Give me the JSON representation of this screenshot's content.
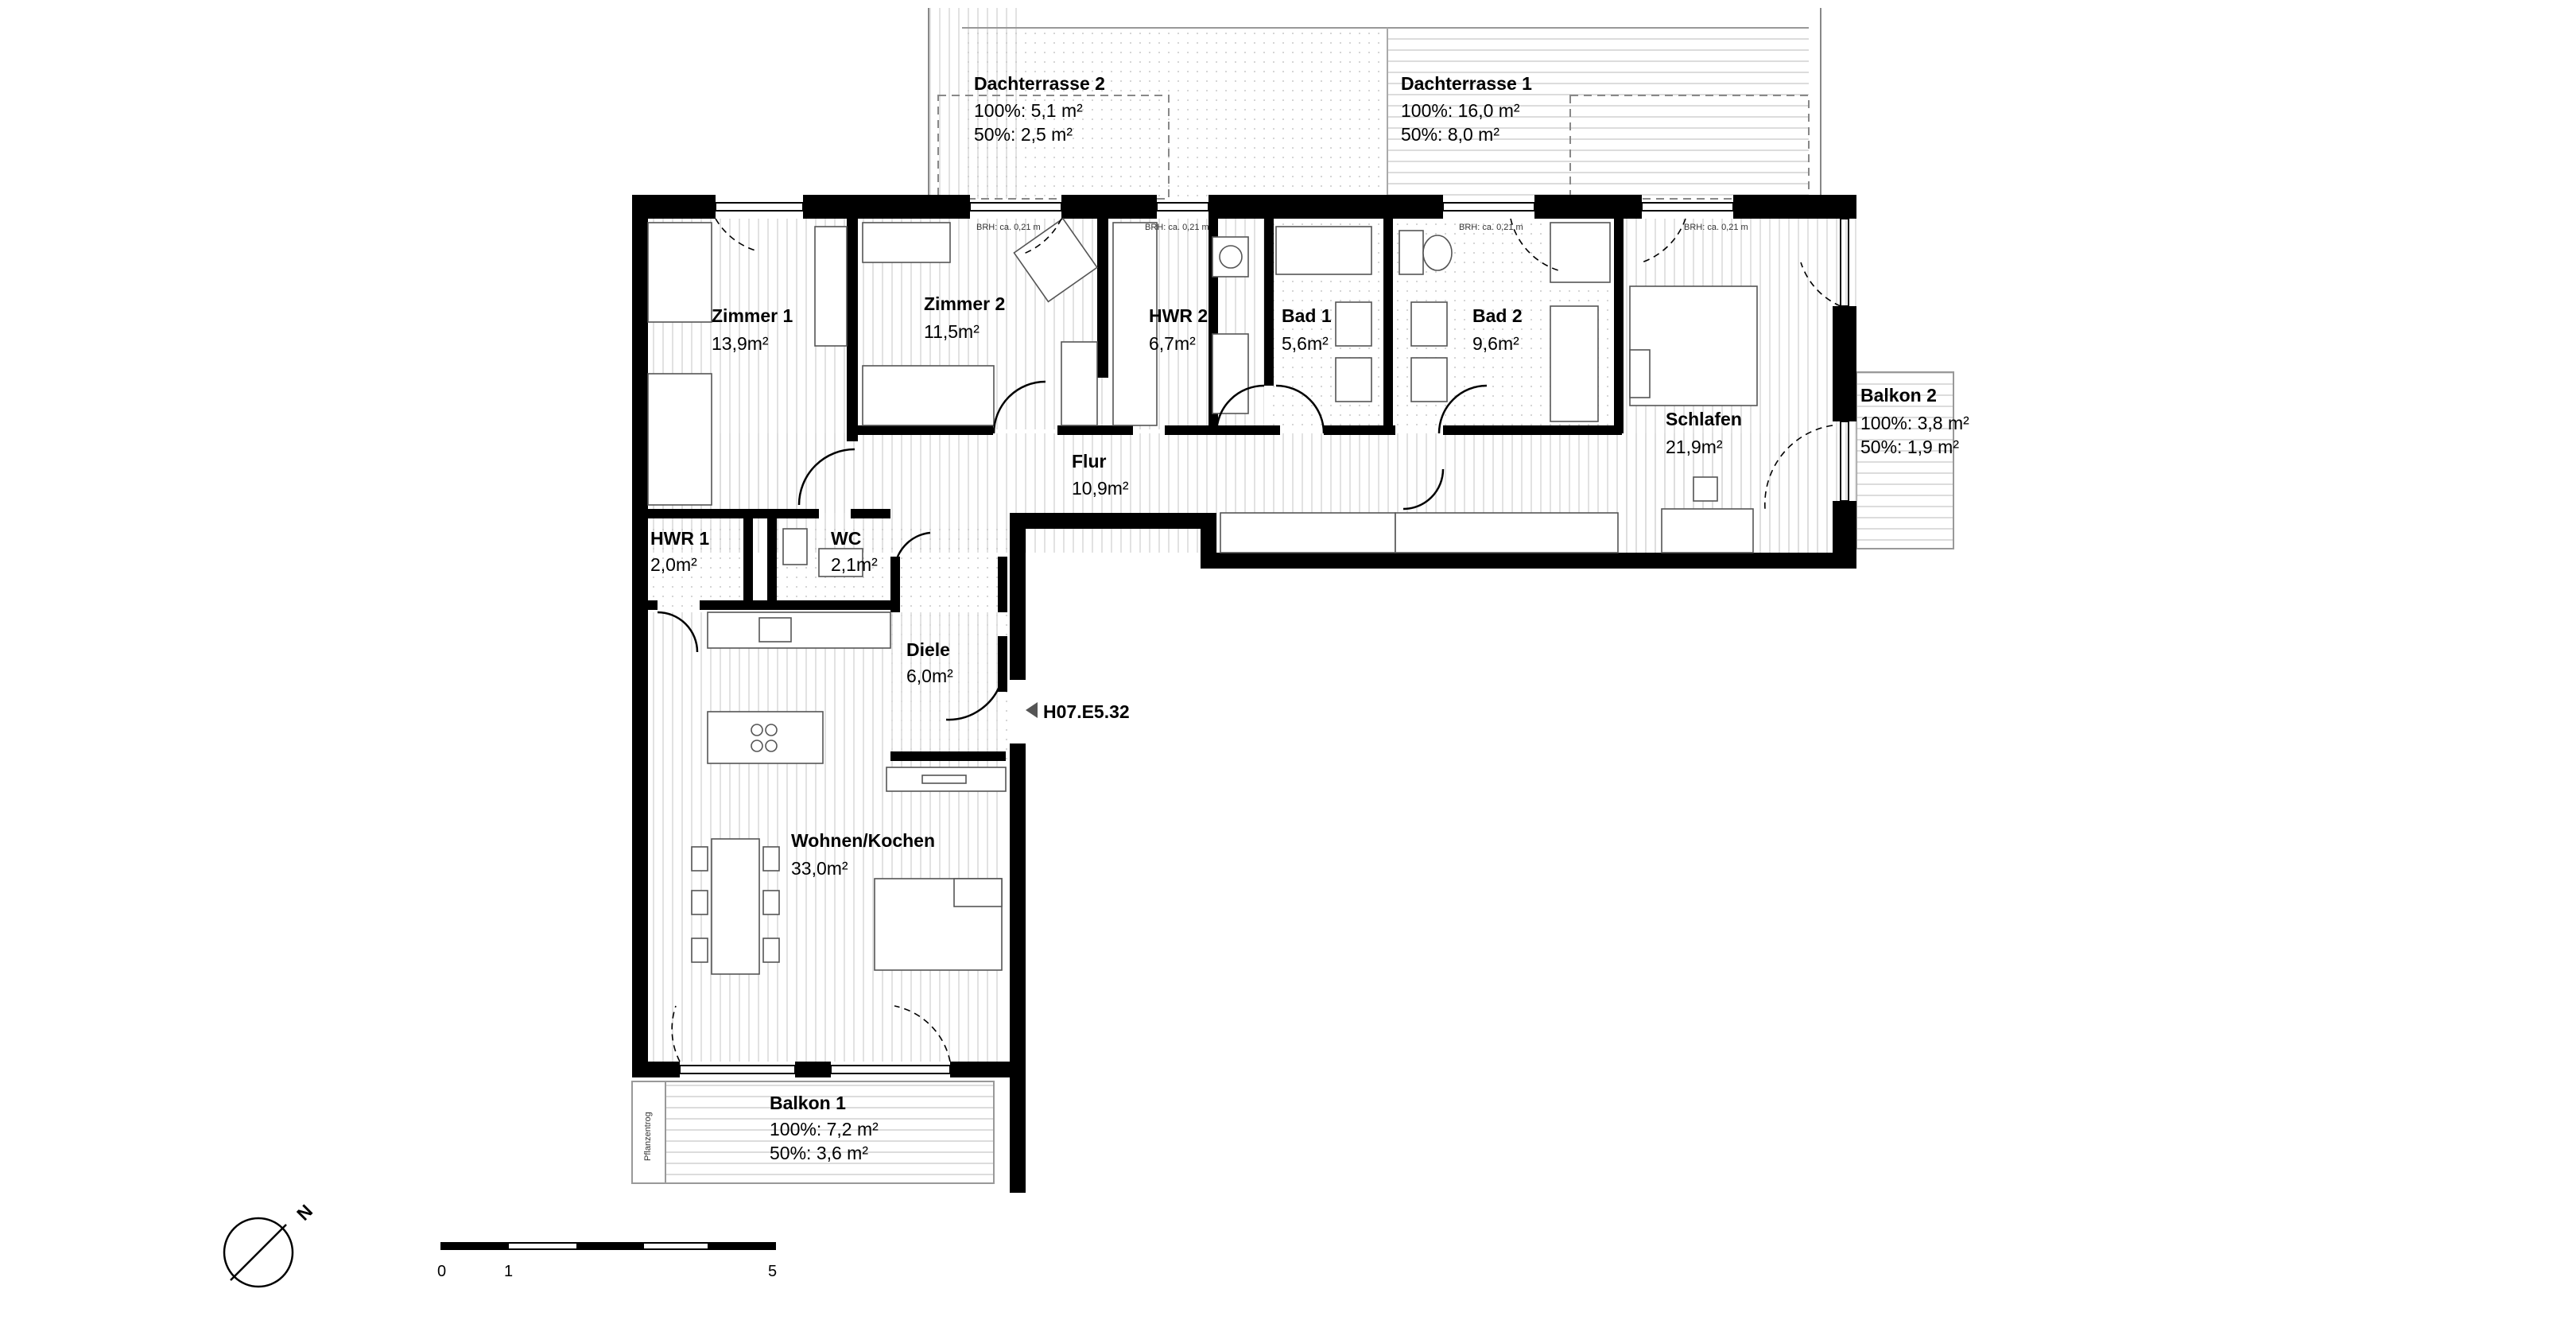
{
  "rooms": {
    "dachterrasse2": {
      "name": "Dachterrasse 2",
      "area_full": "100%: 5,1 m²",
      "area_half": "50%: 2,5 m²"
    },
    "dachterrasse1": {
      "name": "Dachterrasse 1",
      "area_full": "100%: 16,0 m²",
      "area_half": "50%: 8,0 m²"
    },
    "zimmer1": {
      "name": "Zimmer 1",
      "area": "13,9m²"
    },
    "zimmer2": {
      "name": "Zimmer 2",
      "area": "11,5m²"
    },
    "hwr2": {
      "name": "HWR 2",
      "area": "6,7m²"
    },
    "bad1": {
      "name": "Bad 1",
      "area": "5,6m²"
    },
    "bad2": {
      "name": "Bad 2",
      "area": "9,6m²"
    },
    "schlafen": {
      "name": "Schlafen",
      "area": "21,9m²"
    },
    "balkon2": {
      "name": "Balkon 2",
      "area_full": "100%: 3,8 m²",
      "area_half": "50%: 1,9 m²"
    },
    "flur": {
      "name": "Flur",
      "area": "10,9m²"
    },
    "hwr1": {
      "name": "HWR 1",
      "area": "2,0m²"
    },
    "wc": {
      "name": "WC",
      "area": "2,1m²"
    },
    "diele": {
      "name": "Diele",
      "area": "6,0m²"
    },
    "wohnen": {
      "name": "Wohnen/Kochen",
      "area": "33,0m²"
    },
    "balkon1": {
      "name": "Balkon 1",
      "area_full": "100%: 7,2 m²",
      "area_half": "50%: 3,6 m²"
    }
  },
  "unit_id": "H07.E5.32",
  "brh_labels": [
    "BRH: ca. 0,21 m",
    "BRH: ca. 0,21 m",
    "BRH: ca. 0,21 m",
    "BRH: ca. 0,21 m"
  ],
  "side_note": "Pflanzentrog",
  "north_label": "N",
  "scale_labels": [
    "0",
    "1",
    "5"
  ]
}
